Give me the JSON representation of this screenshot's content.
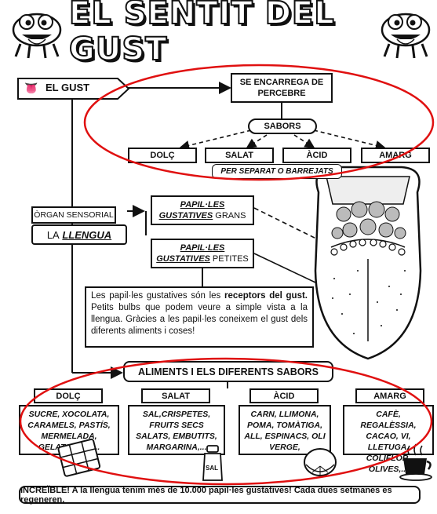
{
  "title": "EL SENTIT DEL GUST",
  "gust_label": "EL GUST",
  "function": "SE ENCARREGA DE PERCEBRE",
  "sabors_label": "SABORS",
  "tastes": [
    "DOLÇ",
    "SALAT",
    "ÀCID",
    "AMARG"
  ],
  "per_separat": "PER SEPARAT O BARREJATS",
  "organ_label": "ÒRGAN SENSORIAL",
  "organ_prefix": "LA ",
  "organ_name": "LLENGUA",
  "papil_grans": {
    "line1": "PAPIL·LES",
    "line2": "GUSTATIVES",
    "suffix": " GRANS"
  },
  "papil_petites": {
    "line1": "PAPIL·LES",
    "line2": "GUSTATIVES",
    "suffix": " PETITES"
  },
  "description": {
    "p1": "Les papil·les gustatives són les ",
    "p2": "receptors del gust.",
    "p3": " Petits bulbs que podem veure a simple vista a la llengua. Gràcies a les papil·les coneixem el gust dels diferents aliments i coses!"
  },
  "aliments_title": "ALIMENTS I ELS DIFERENTS SABORS",
  "food_headers": [
    "DOLÇ",
    "SALAT",
    "ÀCID",
    "AMARG"
  ],
  "food_lists": [
    "SUCRE, XOCOLATA, CARAMELS, PASTÍS, MERMELADA, GELATS, MEL...",
    "SAL,CRISPETES, FRUITS SECS SALATS, EMBUTITS, MARGARINA,...",
    "CARN, LLIMONA, POMA, TOMÀTIGA, ALL, ESPINACS, OLI VERGE,",
    "CAFÈ, REGALÈSSIA, CACAO, VI, LLETUGA, COLIFLOR, OLIVES,..."
  ],
  "sal_label": "SAL",
  "footer_note": "INCREÏBLE! A la llengua tenim més de 10.000 papil·les gustatives! Cada dues setmanes es regeneren.",
  "colors": {
    "ink": "#111111",
    "highlight": "#e01010"
  }
}
